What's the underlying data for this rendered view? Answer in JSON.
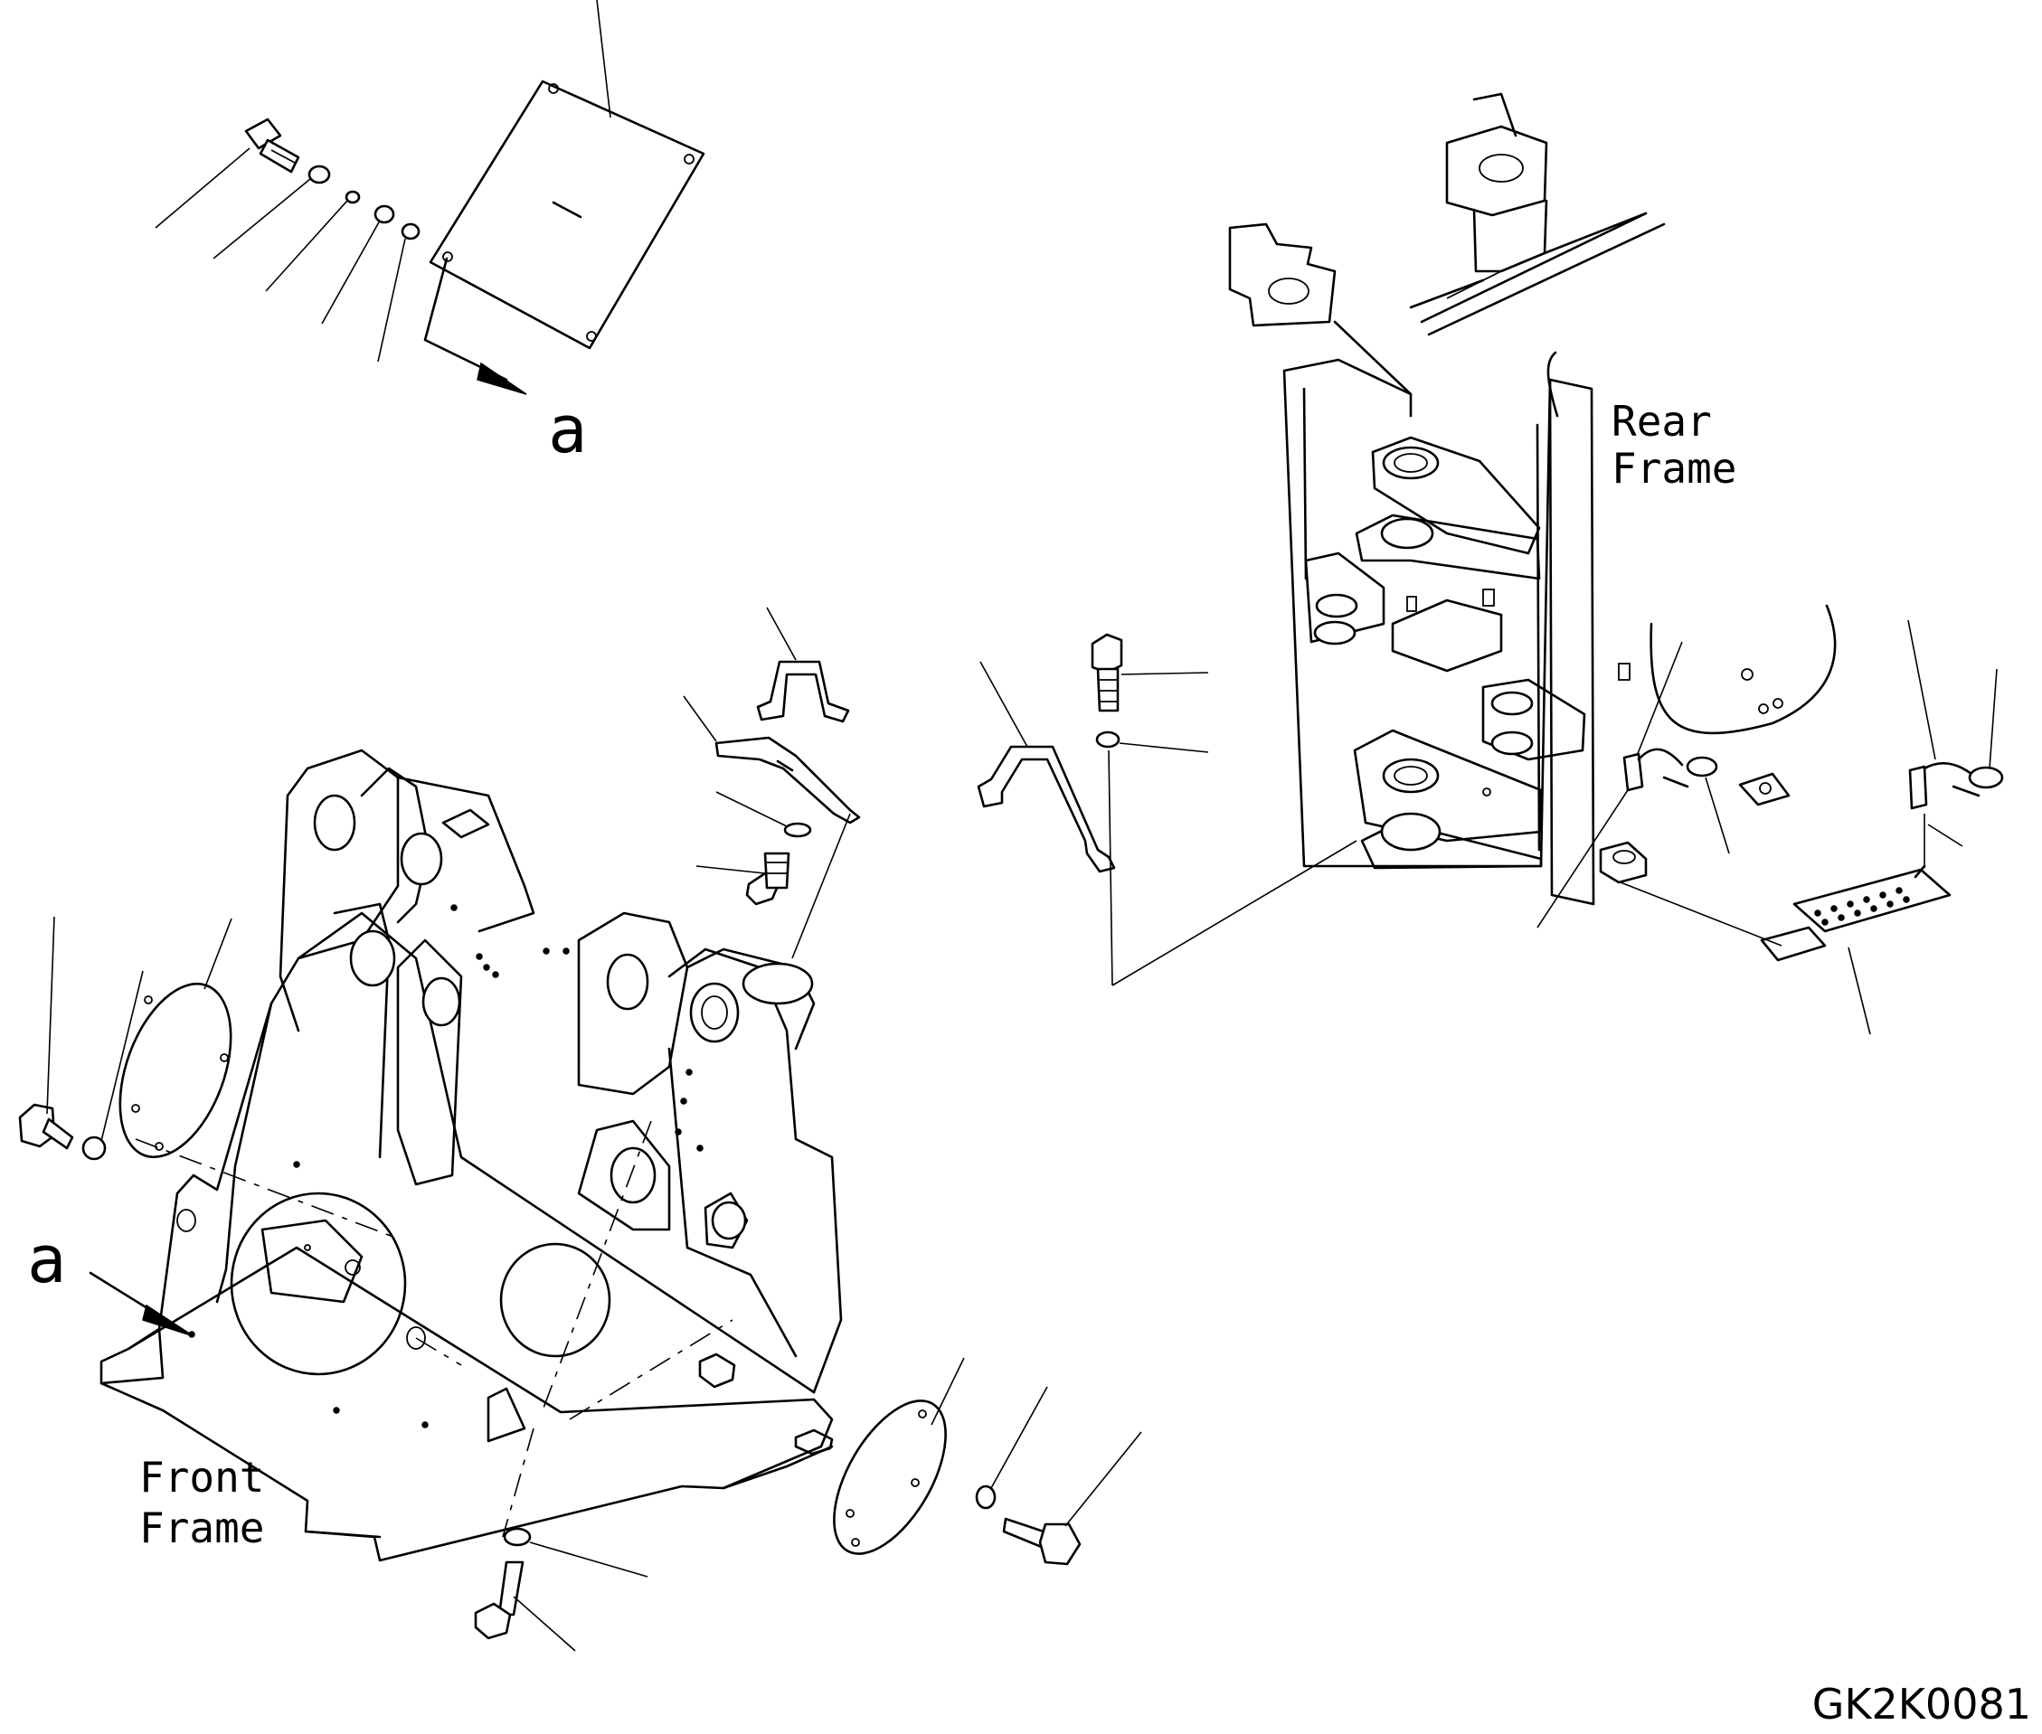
{
  "labels": {
    "detail_a_top": "a",
    "detail_a_bottom": "a",
    "rear_frame_line1": "Rear",
    "rear_frame_line2": "Frame",
    "front_frame_line1": "Front",
    "front_frame_line2": "Frame",
    "drawing_number": "GK2K0081"
  }
}
